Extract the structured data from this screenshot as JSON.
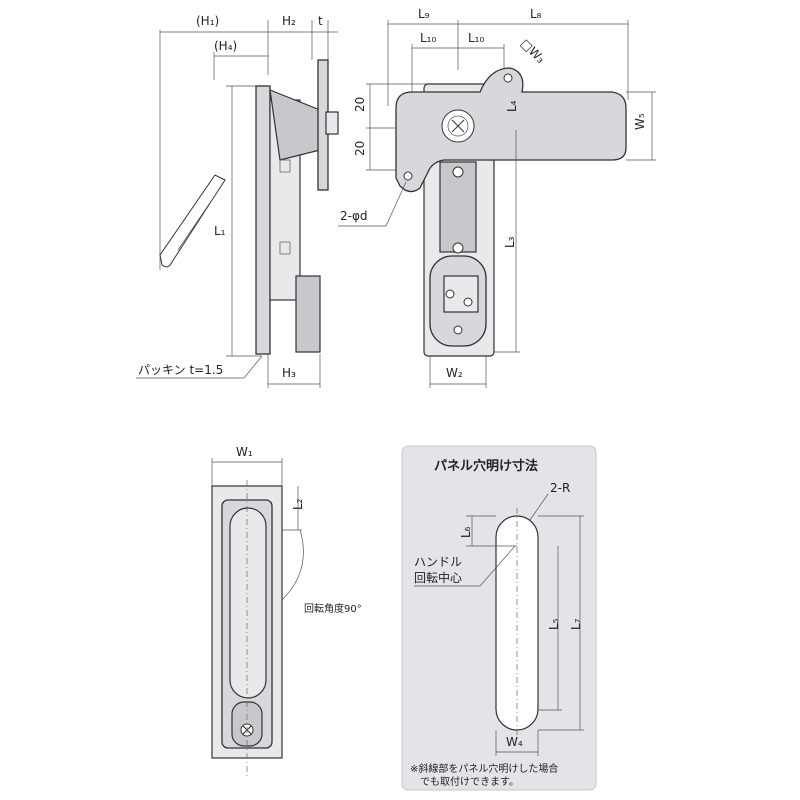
{
  "side_view": {
    "dim_h1": "(H₁)",
    "dim_h4": "(H₄)",
    "dim_h2": "H₂",
    "dim_t": "t",
    "dim_l1": "L₁",
    "dim_h3": "H₃",
    "packing_note": "パッキン t=1.5"
  },
  "front_view": {
    "dim_l9": "L₉",
    "dim_l8": "L₈",
    "dim_l10_left": "L₁₀",
    "dim_l10_right": "L₁₀",
    "dim_w3": "□W₃",
    "dim_l4": "L₄",
    "dim_20_top": "20",
    "dim_20_bottom": "20",
    "dim_w5": "W₅",
    "dim_2phid": "2-φd",
    "dim_l3": "L₃",
    "dim_w2": "W₂"
  },
  "handle_view": {
    "dim_w1": "W₁",
    "dim_l2": "L₂",
    "rotation_note": "回転角度90°"
  },
  "panel_cutout": {
    "title": "パネル穴明け寸法",
    "dim_2r": "2-R",
    "dim_l6": "L₆",
    "dim_l5": "L₅",
    "dim_l7": "L₇",
    "dim_w4": "W₄",
    "center_note_line1": "ハンドル",
    "center_note_line2": "回転中心",
    "footnote_line1": "※斜線部をパネル穴明けした場合",
    "footnote_line2": "でも取付けできます。"
  }
}
